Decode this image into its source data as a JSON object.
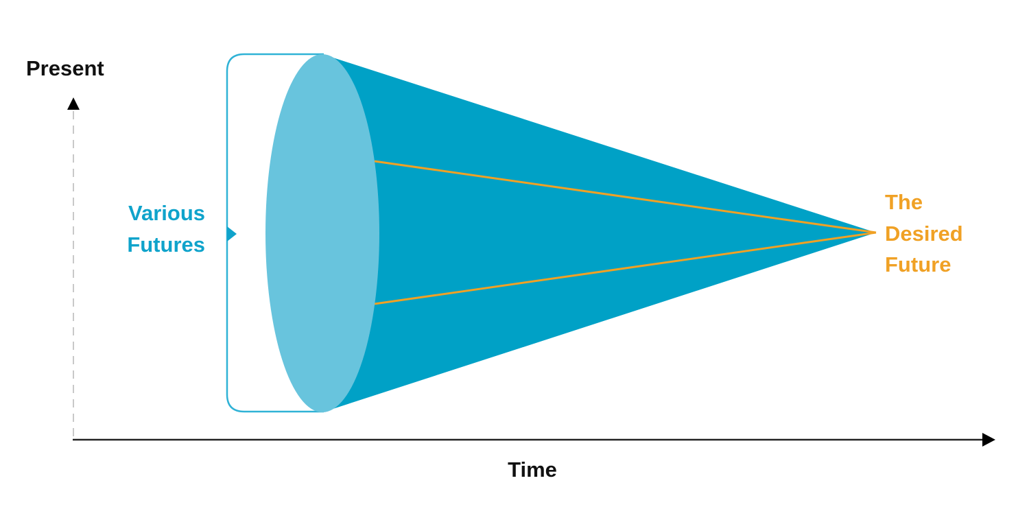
{
  "labels": {
    "y_axis": "Present",
    "x_axis": "Time",
    "left_label": [
      "Various",
      "Futures"
    ],
    "right_label": [
      "The",
      "Desired",
      "Future"
    ]
  },
  "colors": {
    "cone": "#00A1C6",
    "cone_face": "#68C4DD",
    "bracket": "#2FB2D6",
    "path_lines": "#F0A125",
    "left_label": "#0FA3CB",
    "right_label": "#F0A125",
    "axis": "#000000",
    "axis_dashed": "#C8C8C8"
  }
}
